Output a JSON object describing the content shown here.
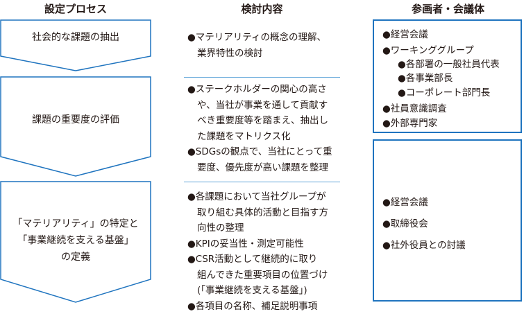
{
  "headers": {
    "process": "設定プロセス",
    "content": "検討内容",
    "participants": "参画者・会議体"
  },
  "colors": {
    "box_border": "#1f74bf",
    "separator": "#5fa4d8",
    "text": "#231815"
  },
  "process_steps": [
    {
      "lines": [
        "社会的な課題の抽出"
      ]
    },
    {
      "lines": [
        "課題の重要度の評価"
      ]
    },
    {
      "lines": [
        "「マテリアリティ」の特定と",
        "「事業継続を支える基盤」",
        "の定義"
      ]
    }
  ],
  "content_sections": [
    {
      "items": [
        [
          "●マテリアリティの概念の理解、",
          "業界特性の検討"
        ]
      ]
    },
    {
      "items": [
        [
          "●ステークホルダーの関心の高さ",
          "や、当社が事業を通して貢献す",
          "べき重要度等を踏まえ、抽出し",
          "た課題をマトリクス化"
        ],
        [
          "●SDGsの観点で、当社にとって重",
          "要度、優先度が高い課題を整理"
        ]
      ]
    },
    {
      "items": [
        [
          "●各課題において当社グループが",
          "取り組む具体的活動と目指す方",
          "向性の整理"
        ],
        [
          "●KPIの妥当性・測定可能性"
        ],
        [
          "●CSR活動として継続的に取り",
          "組んできた重要項目の位置づけ",
          "(「事業継続を支える基盤」)"
        ],
        [
          "●各項目の名称、補足説明事項"
        ]
      ]
    }
  ],
  "participants_box1": [
    {
      "text": "●経営会議",
      "level": 0
    },
    {
      "text": "●ワーキンググループ",
      "level": 0
    },
    {
      "text": "●各部署の一般社員代表",
      "level": 1
    },
    {
      "text": "●各事業部長",
      "level": 1
    },
    {
      "text": "●コーポレート部門長",
      "level": 1
    },
    {
      "text": "●社員意識調査",
      "level": 0
    },
    {
      "text": "●外部専門家",
      "level": 0
    }
  ],
  "participants_box2": [
    {
      "text": "●経営会議"
    },
    {
      "text": "●取締役会"
    },
    {
      "text": "●社外役員との討議"
    }
  ]
}
